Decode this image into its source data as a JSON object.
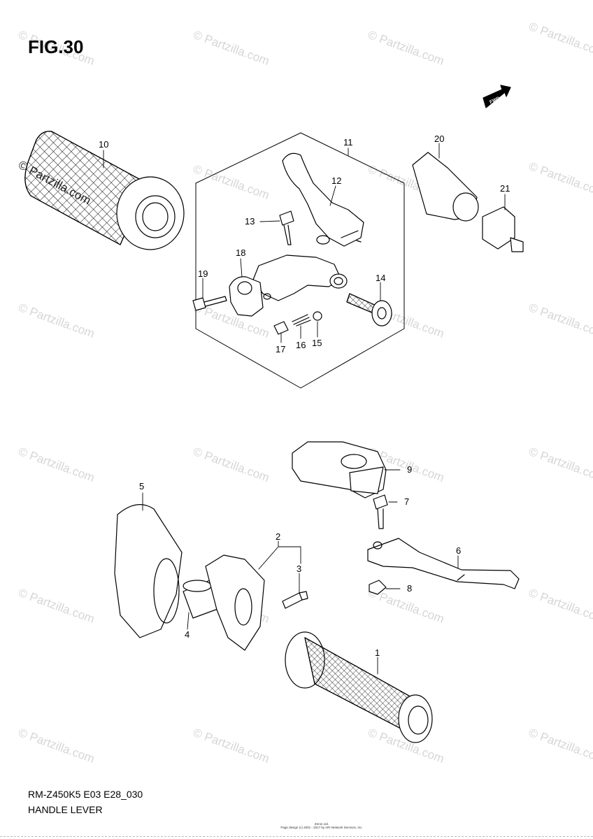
{
  "figure": {
    "title": "FIG.30",
    "model_code": "RM-Z450K5 E03 E28_030",
    "name": "HANDLE LEVER",
    "fine_print": [
      "Zeros Ltd.",
      "Page design (c) 2001 - 2017 by ARI Network Services, Inc."
    ]
  },
  "fwd_label": "FWD",
  "watermark": "© Partzilla.com",
  "side_watermark": "© Partzilla.com",
  "callouts": [
    "1",
    "2",
    "3",
    "4",
    "5",
    "6",
    "7",
    "8",
    "9",
    "10",
    "11",
    "12",
    "13",
    "14",
    "15",
    "16",
    "17",
    "18",
    "19",
    "20",
    "21"
  ],
  "colors": {
    "line": "#000000",
    "watermark": "#d6d6d6",
    "background": "#ffffff"
  }
}
